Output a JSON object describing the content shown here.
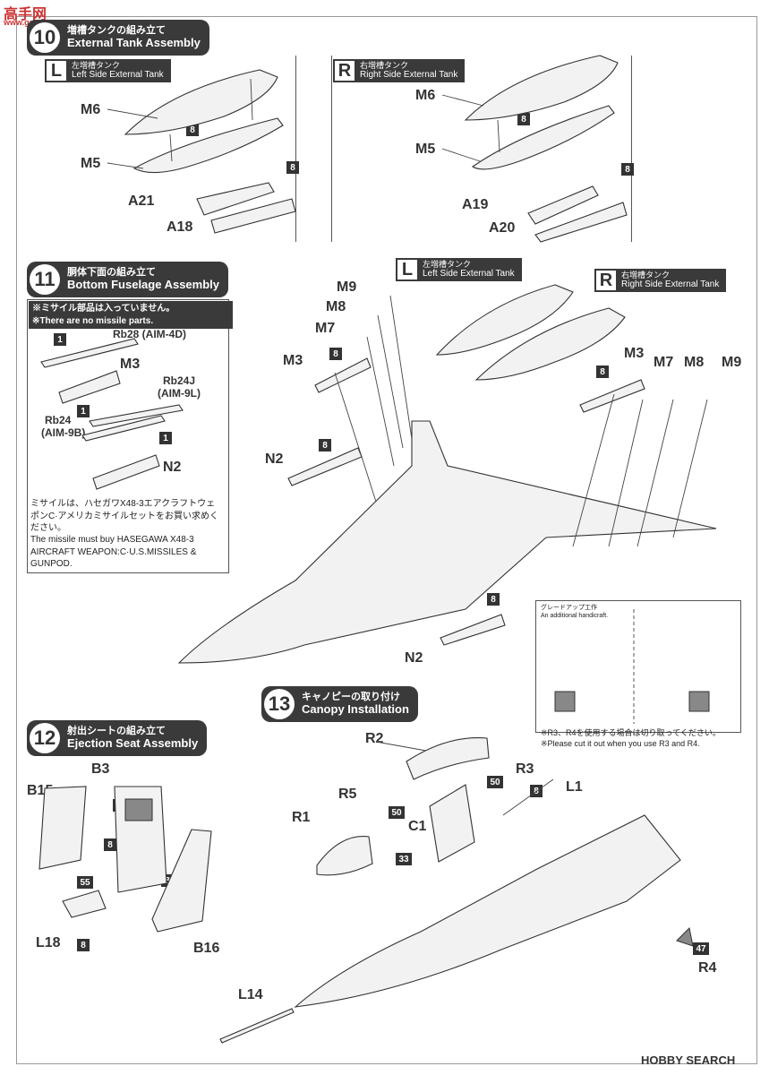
{
  "watermark": {
    "top": "高手网",
    "sub": "www.gaoshou.com"
  },
  "step10": {
    "number": "10",
    "title_jp": "増槽タンクの組み立て",
    "title_en": "External Tank Assembly",
    "left": {
      "letter": "L",
      "jp": "左増槽タンク",
      "en": "Left Side External Tank",
      "parts": [
        "M6",
        "M5",
        "A21",
        "A18"
      ]
    },
    "right": {
      "letter": "R",
      "jp": "右増槽タンク",
      "en": "Right Side External Tank",
      "parts": [
        "M6",
        "M5",
        "A19",
        "A20"
      ]
    }
  },
  "step11": {
    "number": "11",
    "title_jp": "胴体下面の組み立て",
    "title_en": "Bottom Fuselage Assembly",
    "note_jp": "※ミサイル部品は入っていません。",
    "note_en": "※There are no missile parts.",
    "missiles": [
      "Rb28 (AIM-4D)",
      "M3",
      "Rb24J",
      "(AIM-9L)",
      "Rb24",
      "(AIM-9B)",
      "N2"
    ],
    "missile_note_jp": "ミサイルは、ハセガワX48-3エアクラフトウェポンC·アメリカミサイルセットをお買い求めください。",
    "missile_note_en": "The missile must buy HASEGAWA X48-3 AIRCRAFT WEAPON:C·U.S.MISSILES & GUNPOD.",
    "left_tank": {
      "letter": "L",
      "jp": "左増槽タンク",
      "en": "Left Side External Tank"
    },
    "right_tank": {
      "letter": "R",
      "jp": "右増槽タンク",
      "en": "Right Side External Tank"
    },
    "parts_left": [
      "M9",
      "M8",
      "M7",
      "M3",
      "N2"
    ],
    "parts_right": [
      "M3",
      "M7",
      "M8",
      "M9"
    ],
    "part_n2_bottom": "N2"
  },
  "step12": {
    "number": "12",
    "title_jp": "射出シートの組み立て",
    "title_en": "Ejection Seat Assembly",
    "parts": [
      "B15",
      "B3",
      "L18",
      "B16"
    ]
  },
  "step13": {
    "number": "13",
    "title_jp": "キャノピーの取り付け",
    "title_en": "Canopy Installation",
    "parts": [
      "R2",
      "R5",
      "R1",
      "C1",
      "R3",
      "L1",
      "L14",
      "R4"
    ]
  },
  "upgrade": {
    "title_jp": "グレードアップ工作",
    "title_en": "An additional handicraft.",
    "note_jp": "※R3、R4を使用する場合は切り取ってください。",
    "note_en": "※Please cut it out when you use R3 and R4."
  },
  "badges": {
    "b8": "8",
    "b1": "1",
    "b33": "33",
    "b50": "50",
    "b55": "55",
    "b47": "47"
  },
  "footer": {
    "brand": "HOBBY SEARCH"
  }
}
